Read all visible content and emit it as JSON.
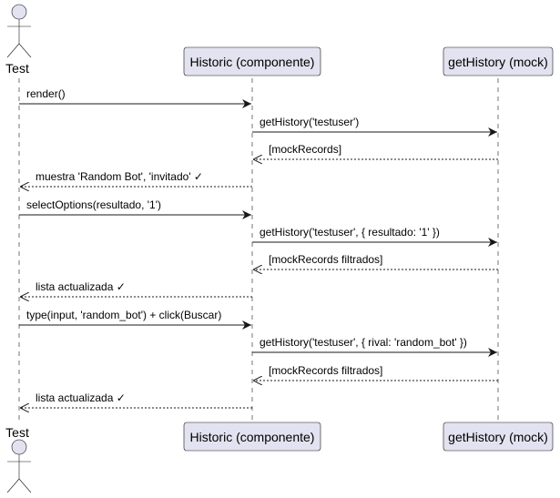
{
  "participants": [
    {
      "id": "test",
      "name": "Test",
      "kind": "actor"
    },
    {
      "id": "historic",
      "name": "Historic (componente)",
      "kind": "participant"
    },
    {
      "id": "getHistory",
      "name": "getHistory (mock)",
      "kind": "participant"
    }
  ],
  "messages": [
    {
      "from": "test",
      "to": "historic",
      "label": "render()",
      "style": "solid"
    },
    {
      "from": "historic",
      "to": "getHistory",
      "label": "getHistory('testuser')",
      "style": "solid"
    },
    {
      "from": "getHistory",
      "to": "historic",
      "label": "[mockRecords]",
      "style": "dashed"
    },
    {
      "from": "historic",
      "to": "test",
      "label": "muestra 'Random Bot', 'invitado' ✓",
      "style": "dashed"
    },
    {
      "from": "test",
      "to": "historic",
      "label": "selectOptions(resultado, '1')",
      "style": "solid"
    },
    {
      "from": "historic",
      "to": "getHistory",
      "label": "getHistory('testuser', { resultado: '1' })",
      "style": "solid"
    },
    {
      "from": "getHistory",
      "to": "historic",
      "label": "[mockRecords filtrados]",
      "style": "dashed"
    },
    {
      "from": "historic",
      "to": "test",
      "label": "lista actualizada ✓",
      "style": "dashed"
    },
    {
      "from": "test",
      "to": "historic",
      "label": "type(input, 'random_bot') + click(Buscar)",
      "style": "solid"
    },
    {
      "from": "historic",
      "to": "getHistory",
      "label": "getHistory('testuser', { rival: 'random_bot' })",
      "style": "solid"
    },
    {
      "from": "getHistory",
      "to": "historic",
      "label": "[mockRecords filtrados]",
      "style": "dashed"
    },
    {
      "from": "historic",
      "to": "test",
      "label": "lista actualizada ✓",
      "style": "dashed"
    }
  ],
  "colors": {
    "participant_fill": "#e2e2f0",
    "participant_border": "#181818",
    "lifeline": "#181818",
    "arrow": "#181818"
  }
}
